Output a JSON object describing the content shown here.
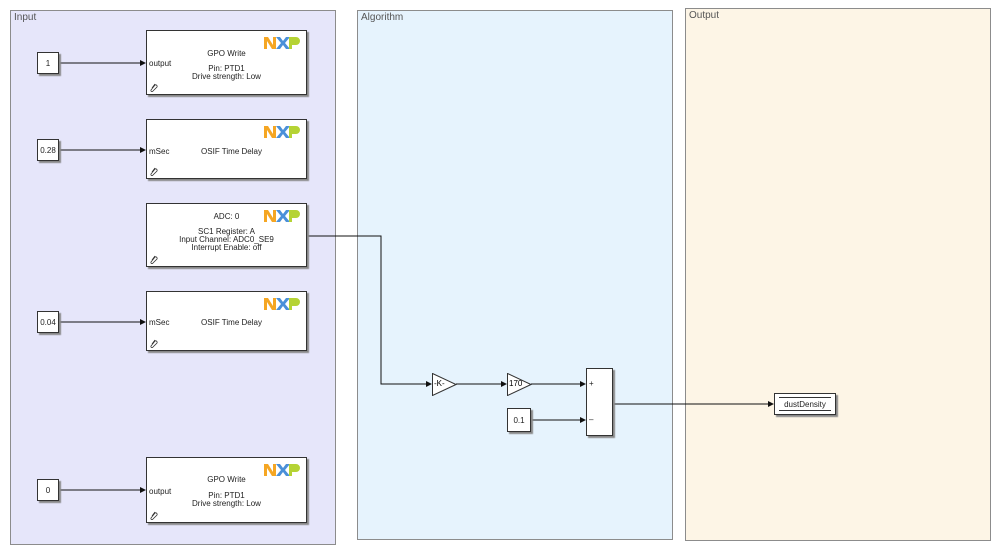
{
  "areas": {
    "input": "Input",
    "algorithm": "Algorithm",
    "output": "Output"
  },
  "blocks": {
    "const_1": "1",
    "const_028": "0.28",
    "const_004": "0.04",
    "const_0": "0",
    "const_01": "0.1",
    "gpo_write_1": {
      "title": "GPO Write",
      "line1": "Pin: PTD1",
      "line2": "Drive strength: Low",
      "port": "output"
    },
    "delay_1": {
      "title": "OSIF Time Delay",
      "port": "mSec"
    },
    "adc": {
      "title": "ADC: 0",
      "line1": "SC1 Register: A",
      "line2": "Input Channel: ADC0_SE9",
      "line3": "Interrupt Enable: off"
    },
    "delay_2": {
      "title": "OSIF Time Delay",
      "port": "mSec"
    },
    "gpo_write_2": {
      "title": "GPO Write",
      "line1": "Pin: PTD1",
      "line2": "Drive strength: Low",
      "port": "output"
    },
    "gain_k": "-K-",
    "gain_170": "170",
    "sum_plus": "+",
    "sum_minus": "–",
    "data_store": "dustDensity"
  },
  "icons": {
    "logo": "nxp-logo",
    "library_link": "link-icon"
  },
  "colors": {
    "input_bg": "#e6e6fa",
    "algorithm_bg": "#e6f3fd",
    "output_bg": "#fdf5e6",
    "nxp_orange": "#f5a623",
    "nxp_blue": "#4a90d9",
    "nxp_green": "#b5d334"
  }
}
